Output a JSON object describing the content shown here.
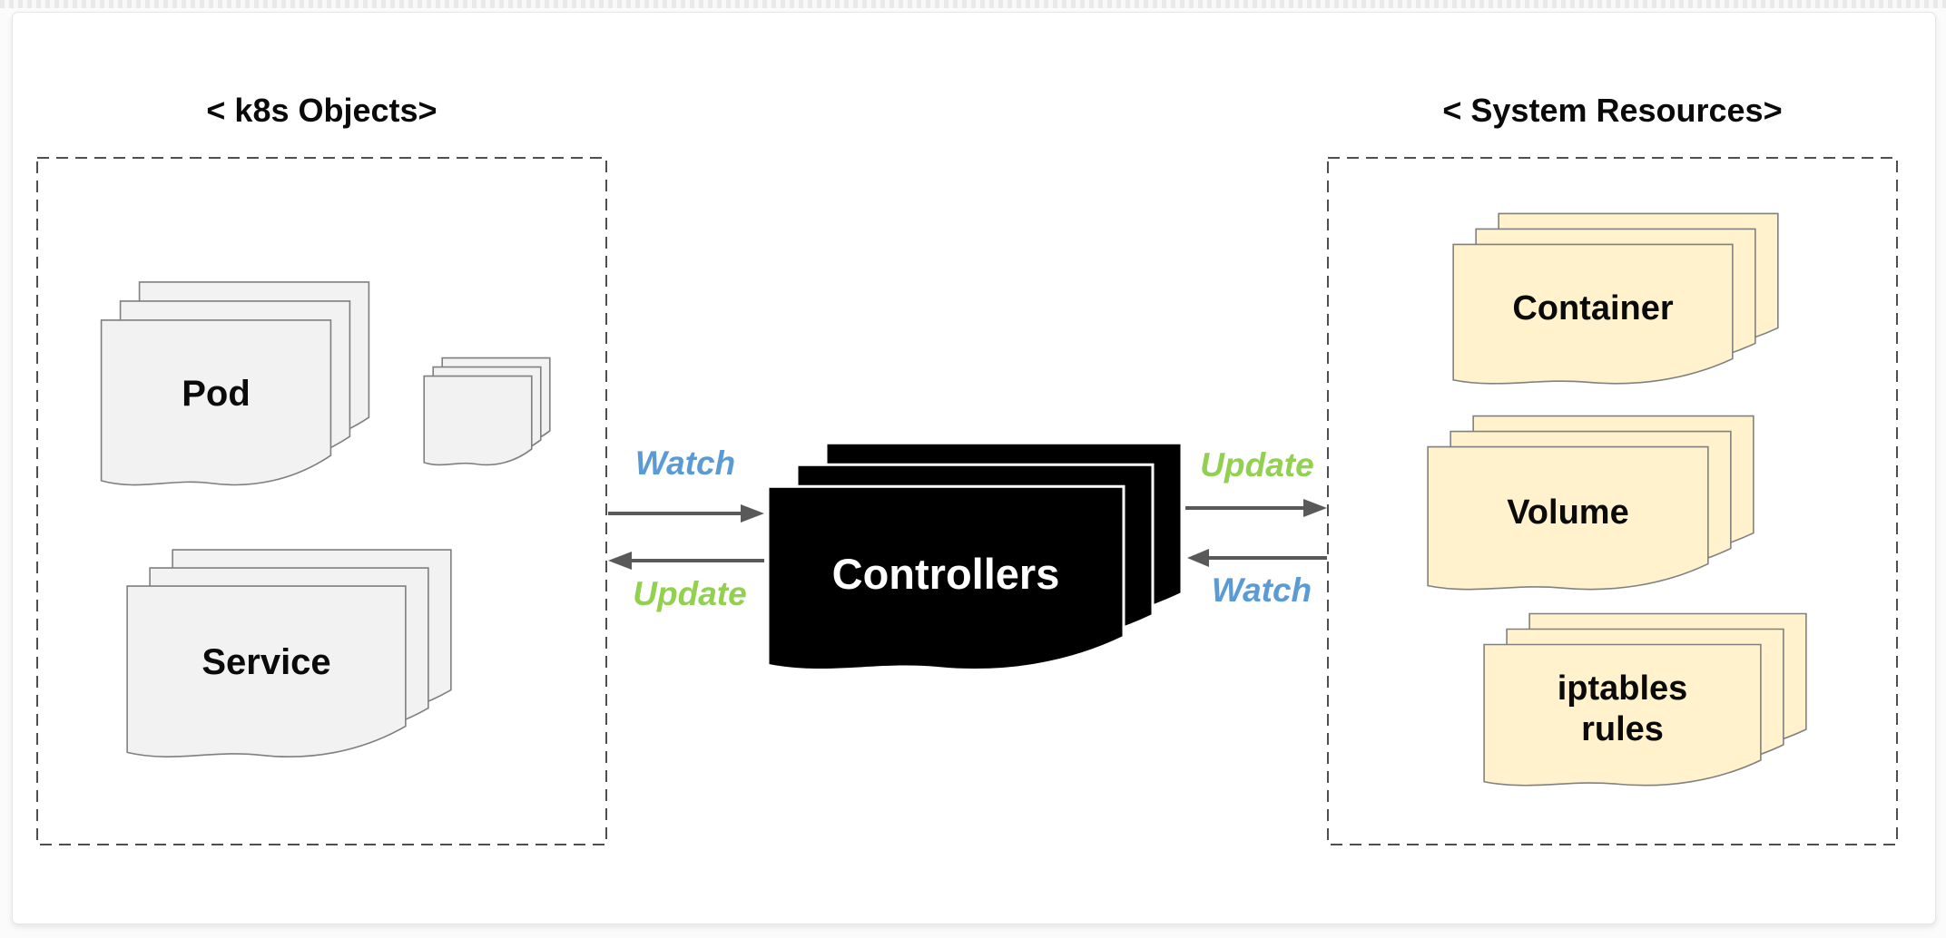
{
  "diagram": {
    "left_group": {
      "title": "< k8s Objects>",
      "stacks": {
        "pod": "Pod",
        "service": "Service",
        "unlabeled": ""
      }
    },
    "center": {
      "controllers": "Controllers"
    },
    "right_group": {
      "title": "< System Resources>",
      "stacks": {
        "container": "Container",
        "volume": "Volume",
        "iptables": "iptables rules"
      }
    },
    "edges": {
      "left_watch": "Watch",
      "left_update": "Update",
      "right_update": "Update",
      "right_watch": "Watch"
    },
    "colors": {
      "watch_label": "#5b9bd5",
      "update_label": "#92d050",
      "arrow": "#595959",
      "k8s_doc_fill": "#f2f2f2",
      "system_doc_fill": "#fff2cc",
      "controllers_fill": "#000000",
      "doc_border": "#7f7f7f",
      "dashed_box_border": "#4f4f4f"
    }
  }
}
